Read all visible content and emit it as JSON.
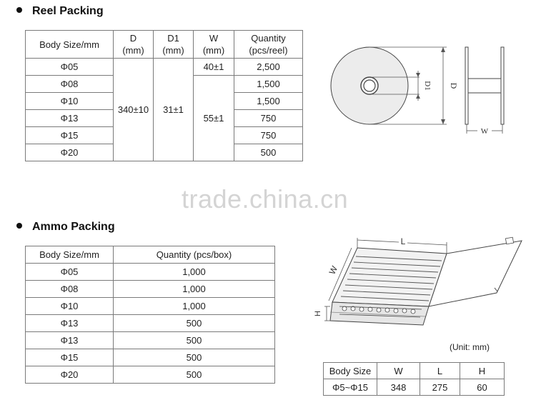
{
  "reel": {
    "title": "Reel Packing",
    "headers": {
      "body_size": "Body Size/mm",
      "d": "D",
      "d_unit": "(mm)",
      "d1": "D1",
      "d1_unit": "(mm)",
      "w": "W",
      "w_unit": "(mm)",
      "qty": "Quantity",
      "qty_unit": "(pcs/reel)"
    },
    "d_value": "340±10",
    "d1_value": "31±1",
    "w_values": [
      "40±1",
      "55±1"
    ],
    "rows": [
      {
        "size": "Φ05",
        "qty": "2,500"
      },
      {
        "size": "Φ08",
        "qty": "1,500"
      },
      {
        "size": "Φ10",
        "qty": "1,500"
      },
      {
        "size": "Φ13",
        "qty": "750"
      },
      {
        "size": "Φ15",
        "qty": "750"
      },
      {
        "size": "Φ20",
        "qty": "500"
      }
    ],
    "diagram_labels": {
      "d": "D",
      "d1": "D1",
      "w": "W"
    }
  },
  "watermark": "trade.china.cn",
  "ammo": {
    "title": "Ammo Packing",
    "headers": {
      "body_size": "Body Size/mm",
      "qty": "Quantity (pcs/box)"
    },
    "rows": [
      {
        "size": "Φ05",
        "qty": "1,000"
      },
      {
        "size": "Φ08",
        "qty": "1,000"
      },
      {
        "size": "Φ10",
        "qty": "1,000"
      },
      {
        "size": "Φ13",
        "qty": "500"
      },
      {
        "size": "Φ13",
        "qty": "500"
      },
      {
        "size": "Φ15",
        "qty": "500"
      },
      {
        "size": "Φ20",
        "qty": "500"
      }
    ],
    "diagram_labels": {
      "l": "L",
      "w": "W",
      "h": "H"
    },
    "unit_note": "(Unit: mm)",
    "dim_table": {
      "headers": [
        "Body Size",
        "W",
        "L",
        "H"
      ],
      "row": [
        "Φ5~Φ15",
        "348",
        "275",
        "60"
      ]
    }
  }
}
